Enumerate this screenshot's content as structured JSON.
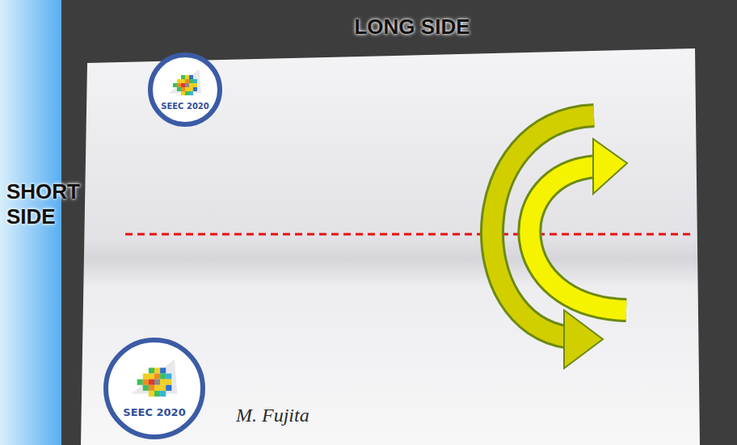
{
  "diagram": {
    "nodes": [
      {
        "text": [
          "SEEC 2020"
        ]
      },
      {
        "text": [
          "SEEC 2020"
        ]
      }
    ],
    "labels": [
      "LONG SIDE",
      "SHORT SIDE",
      "M. Fujita"
    ]
  }
}
